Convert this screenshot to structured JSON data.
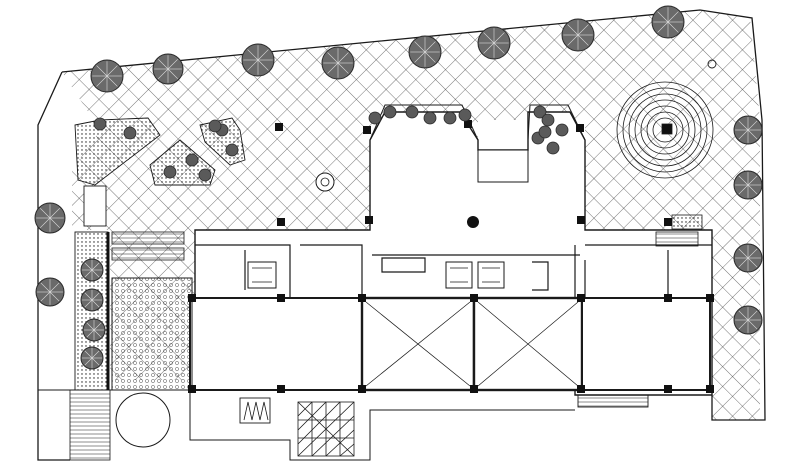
{
  "drawing": {
    "type": "architectural-site-plan",
    "colors": {
      "background": "#ffffff",
      "line": "#1a1a1a",
      "column": "#111111",
      "tree_fill": "#6a6a6a",
      "tree_dark": "#2a2a2a",
      "shrub_fill": "#5a5a5a"
    },
    "elements": {
      "site_boundary": "site-boundary",
      "paving_hatch": "diagonal-crosshatch",
      "building_outline": "building-outline",
      "perimeter_trees": "tree-symbol",
      "courtyard_shrubs": "shrub-cluster",
      "spiral_feature": "spiral-garden",
      "fountain": "fountain-circle",
      "elevator_cores": "elevator-core",
      "stairs": "stair-flight",
      "columns": "structural-column",
      "pool_circle": "round-pool",
      "parking_grid": "parking-grid"
    }
  }
}
